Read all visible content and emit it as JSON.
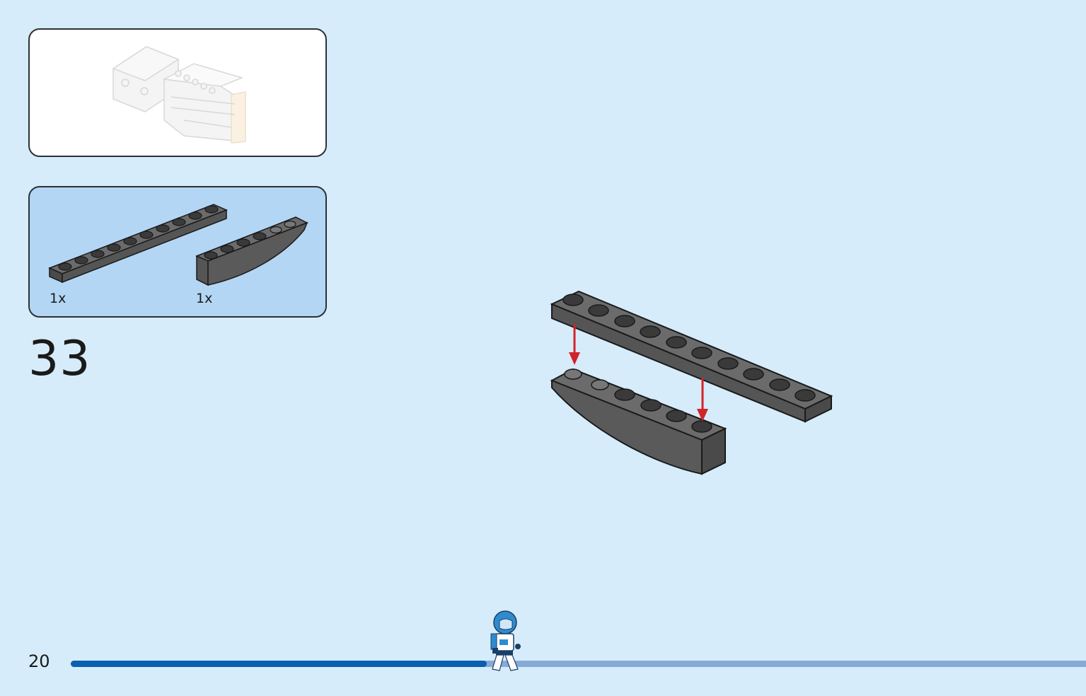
{
  "page": {
    "number": "20",
    "progress": 0.41
  },
  "step": {
    "number": "33"
  },
  "parts": [
    {
      "name": "plate-1x10",
      "quantity": "1x",
      "color": "#5e5e5e"
    },
    {
      "name": "curved-slope-1x6",
      "quantity": "1x",
      "color": "#5e5e5e"
    }
  ],
  "colors": {
    "background": "#d6ecfa",
    "parts_panel": "#b3d6f4",
    "brick_dark_gray": "#5e5e5e",
    "arrow": "#d2232a",
    "progress_done": "#0a5fae",
    "progress_remaining": "#86a9d8"
  },
  "icons": [
    "minifigure-astronaut-icon",
    "arrow-down-icon"
  ]
}
